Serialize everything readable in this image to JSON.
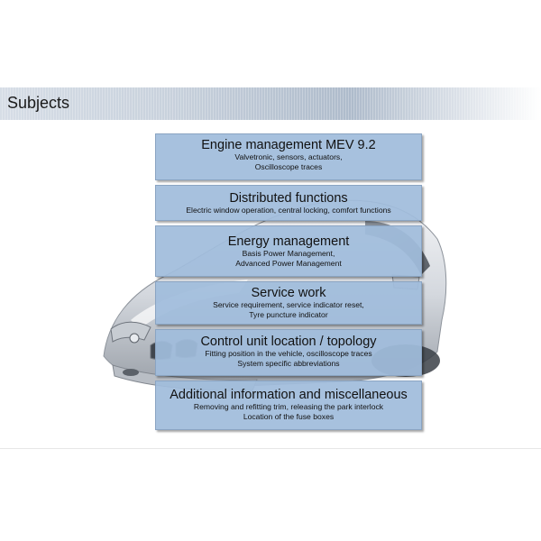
{
  "header": {
    "title": "Subjects"
  },
  "subjects": [
    {
      "title": "Engine management MEV 9.2",
      "lines": [
        "Valvetronic, sensors, actuators,",
        "Oscilloscope traces"
      ]
    },
    {
      "title": "Distributed functions",
      "lines": [
        "Electric window operation, central locking, comfort functions"
      ]
    },
    {
      "title": "Energy management",
      "lines": [
        "Basis Power Management,",
        "Advanced Power Management"
      ]
    },
    {
      "title": "Service work",
      "lines": [
        "Service requirement, service indicator reset,",
        "Tyre puncture indicator"
      ]
    },
    {
      "title": "Control unit location / topology",
      "lines": [
        "Fitting position in the vehicle, oscilloscope traces",
        "System specific abbreviations"
      ]
    },
    {
      "title": "Additional information and miscellaneous",
      "lines": [
        "Removing and refitting trim, releasing the park interlock",
        "Location of the fuse boxes"
      ]
    }
  ],
  "colors": {
    "box_fill": "#a0bcdc",
    "box_border": "#8aa4c2",
    "header_band": "#aebbcb"
  }
}
